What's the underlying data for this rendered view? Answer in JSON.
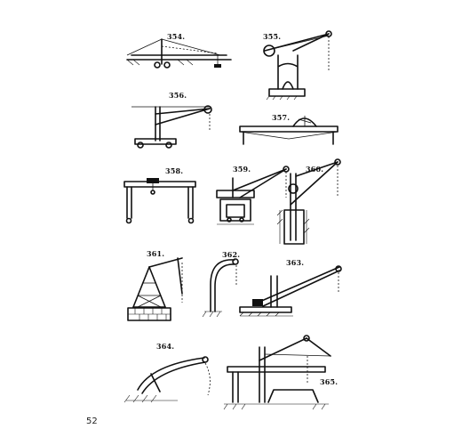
{
  "page": {
    "number": "52"
  },
  "figures": [
    {
      "id": "fig-354",
      "label": "354."
    },
    {
      "id": "fig-355",
      "label": "355."
    },
    {
      "id": "fig-356",
      "label": "356."
    },
    {
      "id": "fig-357",
      "label": "357."
    },
    {
      "id": "fig-358",
      "label": "358."
    },
    {
      "id": "fig-359",
      "label": "359."
    },
    {
      "id": "fig-360",
      "label": "360."
    },
    {
      "id": "fig-361",
      "label": "361."
    },
    {
      "id": "fig-362",
      "label": "362."
    },
    {
      "id": "fig-363",
      "label": "363."
    },
    {
      "id": "fig-364",
      "label": "364."
    },
    {
      "id": "fig-365",
      "label": "365."
    }
  ]
}
